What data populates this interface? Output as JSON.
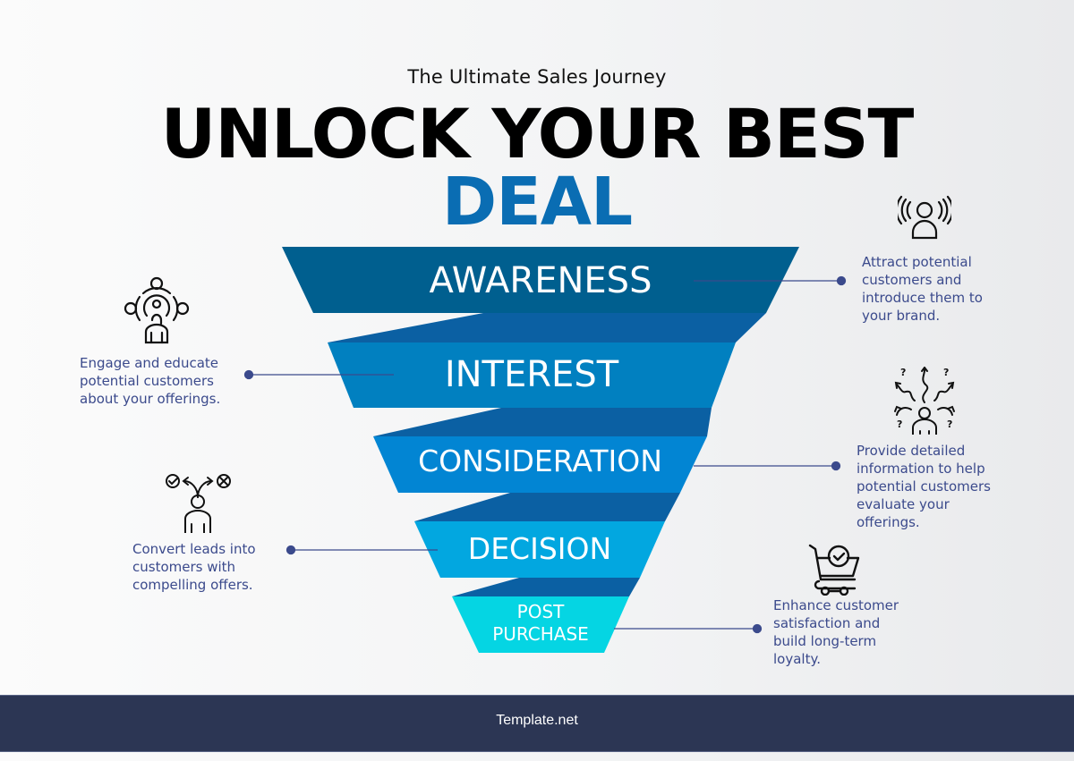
{
  "header": {
    "subtitle": "The Ultimate Sales Journey",
    "title_line1": "UNLOCK YOUR BEST",
    "title_line2": "DEAL",
    "title_line2_color": "#0a6db3"
  },
  "funnel": {
    "stages": [
      {
        "label": "AWARENESS",
        "color": "#005f8f",
        "description": "Attract potential customers and introduce them to your brand.",
        "description_lines": [
          "Attract potential",
          "customers and",
          "introduce them to",
          "your brand."
        ],
        "icon": "broadcast-person-icon",
        "side": "right"
      },
      {
        "label": "INTEREST",
        "color": "#0180c0",
        "description": "Engage and educate potential customers about your offerings.",
        "description_lines": [
          "Engage and educate",
          "potential customers",
          "about your offerings."
        ],
        "icon": "engaged-audience-icon",
        "side": "left"
      },
      {
        "label": "CONSIDERATION",
        "color": "#0285d3",
        "description": "Provide detailed information to help potential customers evaluate your offerings.",
        "description_lines": [
          "Provide detailed",
          "information to help",
          "potential customers",
          "evaluate your",
          "offerings."
        ],
        "icon": "confused-person-icon",
        "side": "right"
      },
      {
        "label": "DECISION",
        "color": "#02a7e0",
        "description": "Convert leads into customers with compelling offers.",
        "description_lines": [
          "Convert leads into",
          "customers with",
          "compelling offers."
        ],
        "icon": "decision-person-icon",
        "side": "left"
      },
      {
        "label_lines": [
          "POST",
          "PURCHASE"
        ],
        "label": "POST PURCHASE",
        "color": "#05d5e3",
        "description": "Enhance customer satisfaction and build long-term loyalty.",
        "description_lines": [
          "Enhance customer",
          "satisfaction and",
          "build long-term",
          "loyalty."
        ],
        "icon": "cart-check-icon",
        "side": "right"
      }
    ],
    "connector_color": "#0b60a3",
    "leader_color": "#3b4a8c"
  },
  "footer": {
    "brand": "Template.net"
  }
}
